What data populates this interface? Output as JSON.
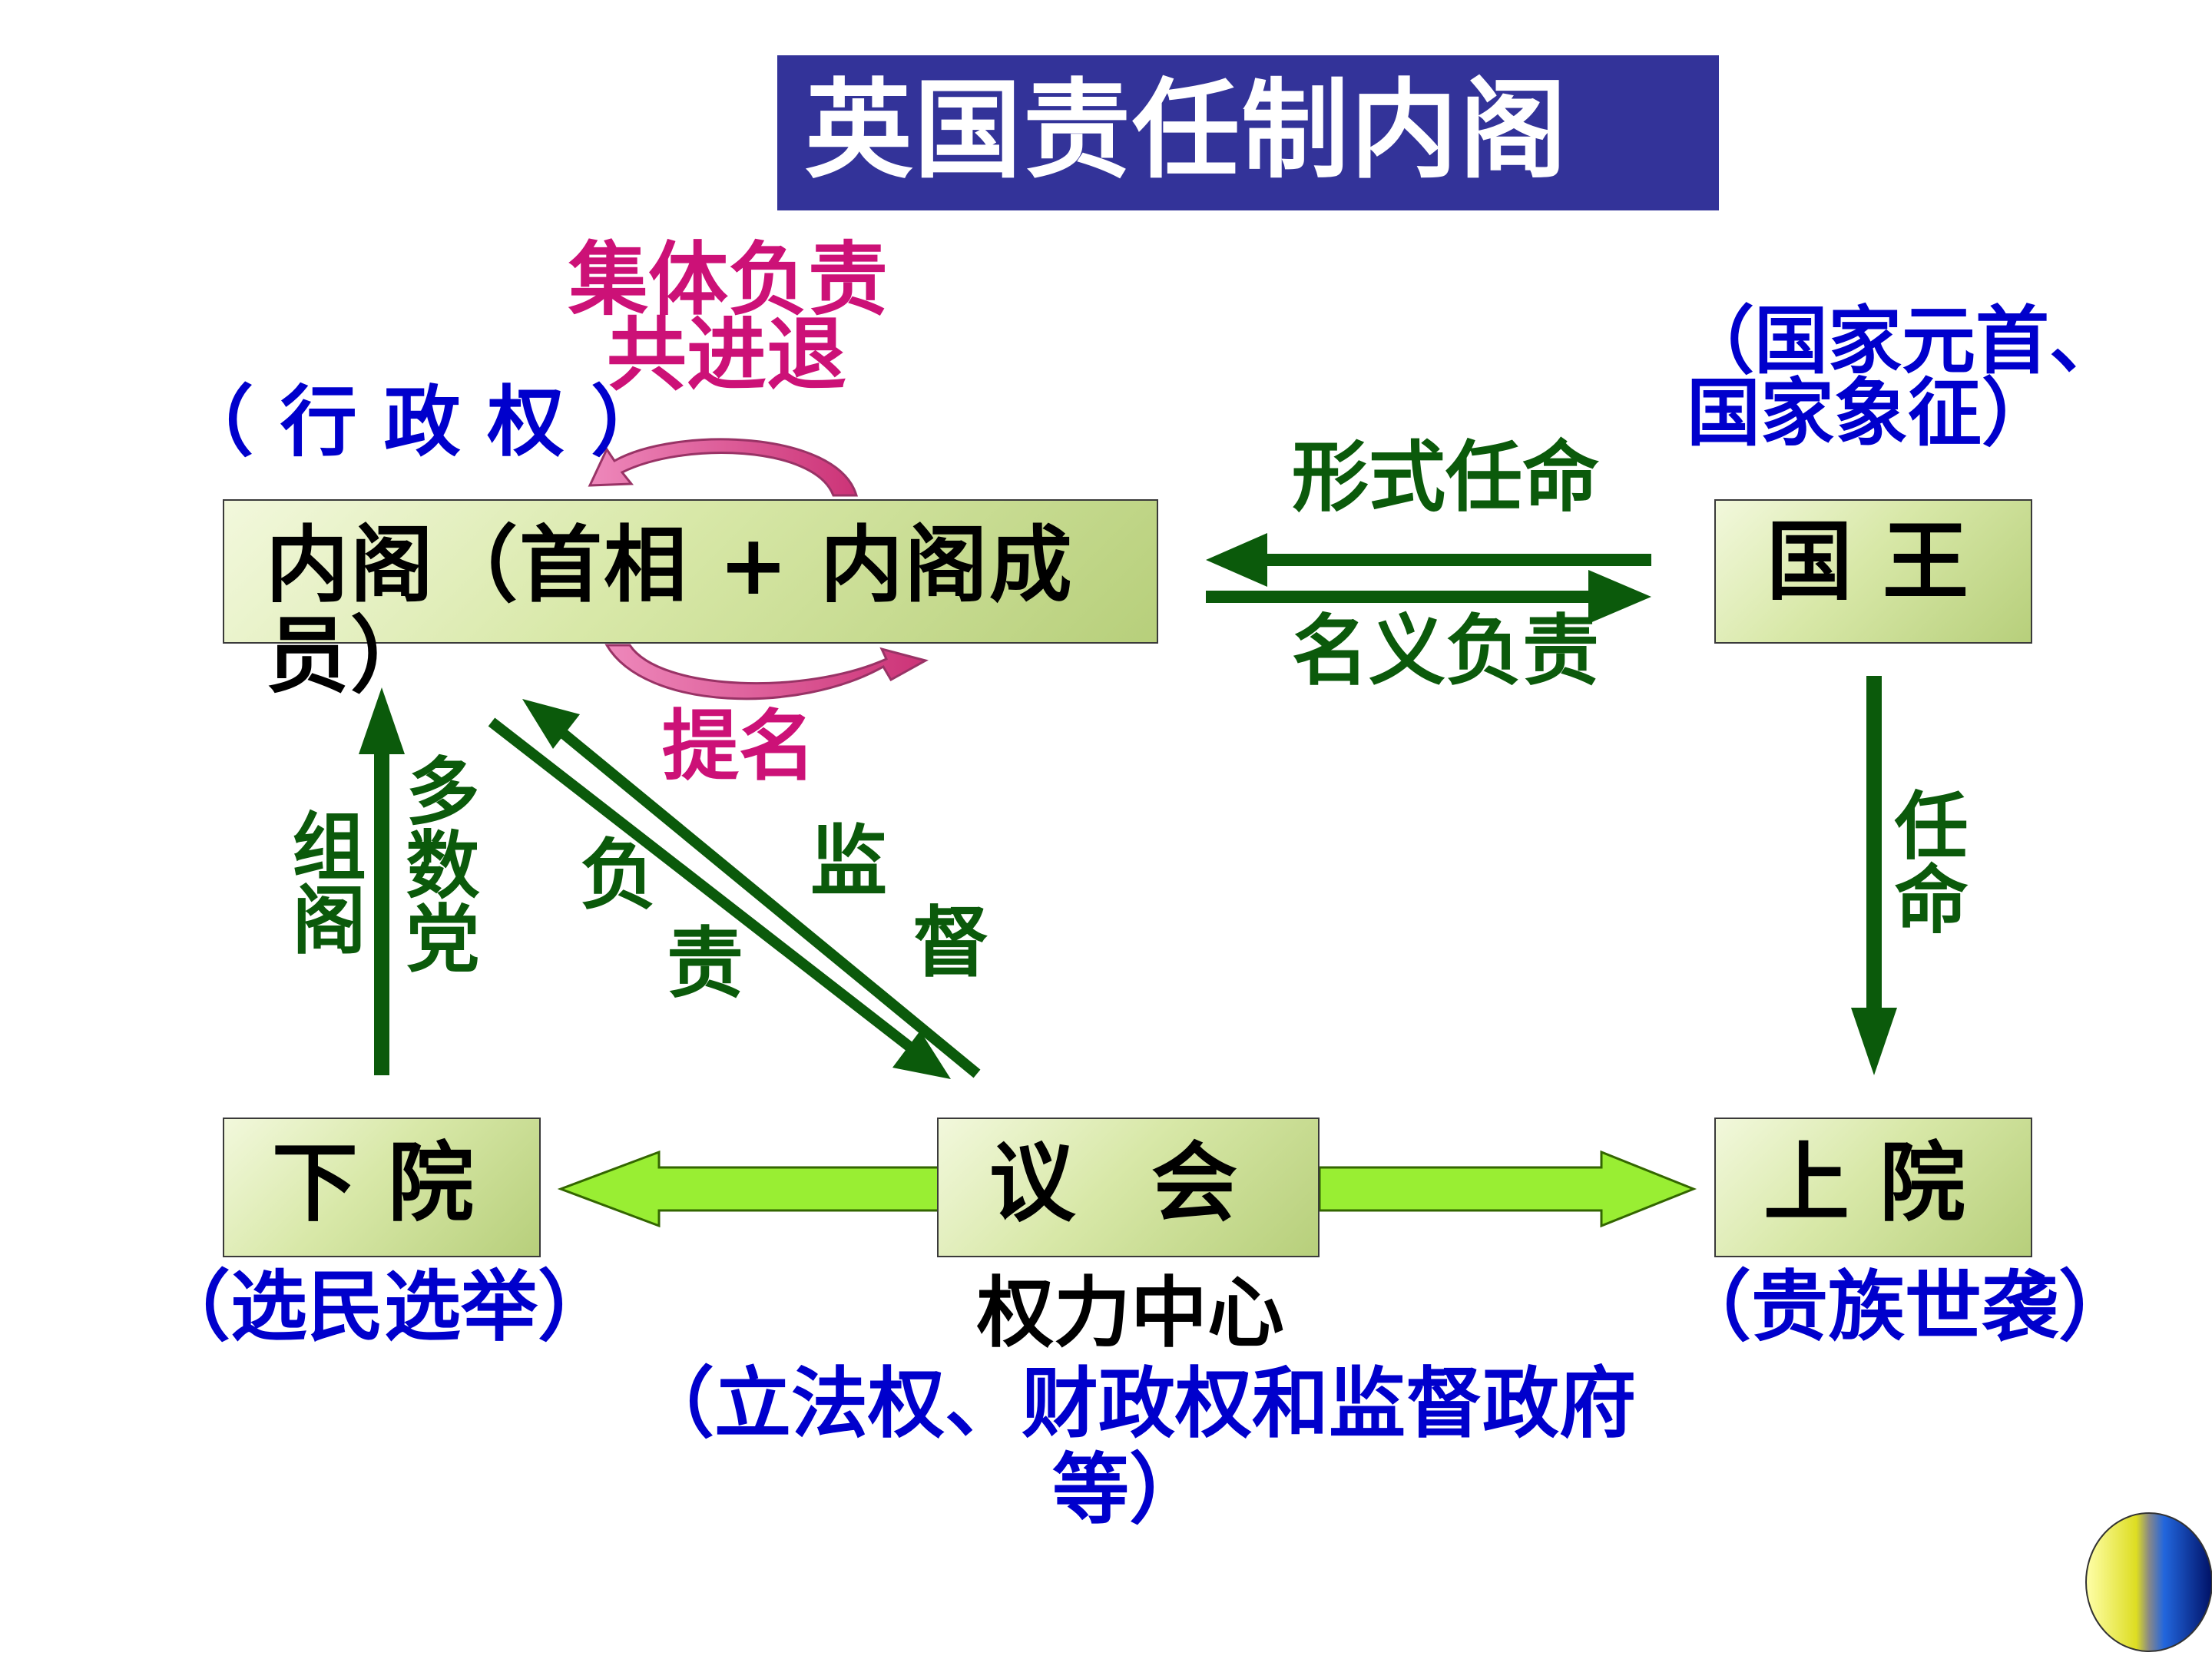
{
  "title": "英国责任制内阁",
  "boxes": {
    "cabinet": "内阁（首相 + 内阁成员）",
    "king": "国 王",
    "lower": "下 院",
    "parliament": "议 会",
    "upper": "上 院"
  },
  "notes": {
    "executive": "（ 行 政 权 ）",
    "collective_line1": "集体负责",
    "collective_line2": "共进退",
    "nominate": "提名",
    "head_line1": "（国家元首、",
    "head_line2": "国家象征）",
    "formal_appoint": "形式任命",
    "nominal_resp": "名义负责",
    "appoint": "任命",
    "form_cabinet": "组阁",
    "majority": "多数党",
    "responsible_1": "负",
    "responsible_2": "责",
    "supervise_1": "监",
    "supervise_2": "督",
    "voters": "（选民选举）",
    "power_center": "权力中心",
    "powers_line1": "（立法权、财政权和监督政府",
    "powers_line2": "等）",
    "nobles": "（贵族世袭）"
  },
  "colors": {
    "title_bg": "#333399",
    "dark_green": "#0b5a0b",
    "light_green": "#99ee33",
    "pink": "#cc1177",
    "blue": "#0000cc"
  }
}
